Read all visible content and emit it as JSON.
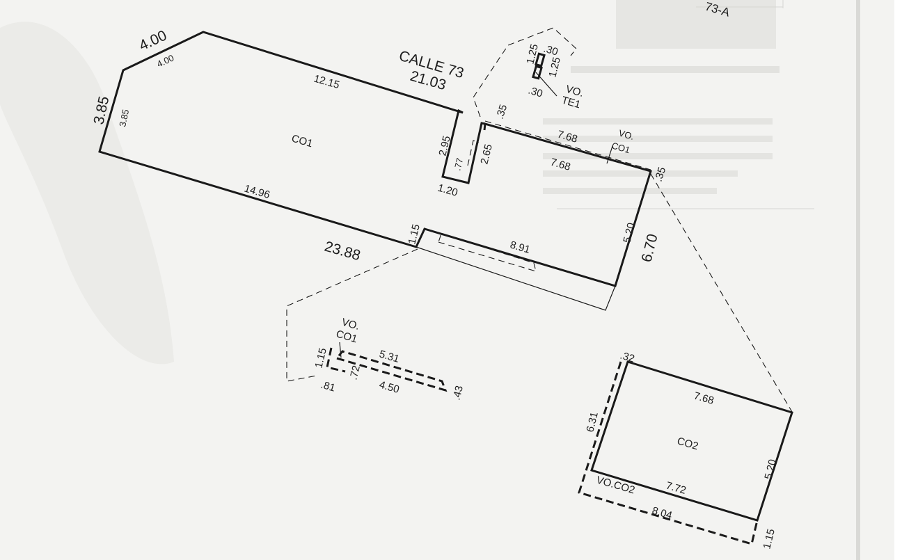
{
  "street": {
    "name": "CALLE 73",
    "length": "21.03"
  },
  "corner_label": "73-A",
  "units": {
    "co1": {
      "label": "CO1"
    },
    "co2": {
      "label": "CO2"
    },
    "vo_co1_top": {
      "line1": "VO.",
      "line2": "CO1"
    },
    "vo_co1_detail": {
      "line1": "VO.",
      "line2": "CO1"
    },
    "vo_te1": {
      "line1": "VO.",
      "line2": "TE1"
    },
    "vo_co2": {
      "label": "VO.CO2"
    }
  },
  "dimensions": {
    "top_corner_outer": "4.00",
    "top_corner_inner": "4.00",
    "left_outer": "3.85",
    "left_inner": "3.85",
    "top_inner": "12.15",
    "bottom_inner": "14.96",
    "bottom_outer": "23.88",
    "notch_height": "2.95",
    "notch_width": "1.20",
    "notch_gap": ".77",
    "notch_inner": "2.65",
    "setback_a": ".35",
    "setback_b": ".35",
    "right_top_outer": "7.68",
    "right_top_inner": "7.68",
    "right_inner": "5.20",
    "right_outer": "6.70",
    "rear_step": "1.15",
    "rear_width": "8.91",
    "te1_a": "1.25",
    "te1_b": "1.25",
    "te1_c": ".30",
    "te1_d": ".30",
    "detail_115": "1.15",
    "detail_531": "5.31",
    "detail_81": ".81",
    "detail_72": ".72",
    "detail_450": "4.50",
    "detail_43": ".43",
    "co2_32": ".32",
    "co2_top": "7.68",
    "co2_left": "6.31",
    "co2_right": "5.20",
    "co2_bottom": "7.72",
    "co2_outer_bottom": "8.04",
    "co2_115": "1.15"
  }
}
